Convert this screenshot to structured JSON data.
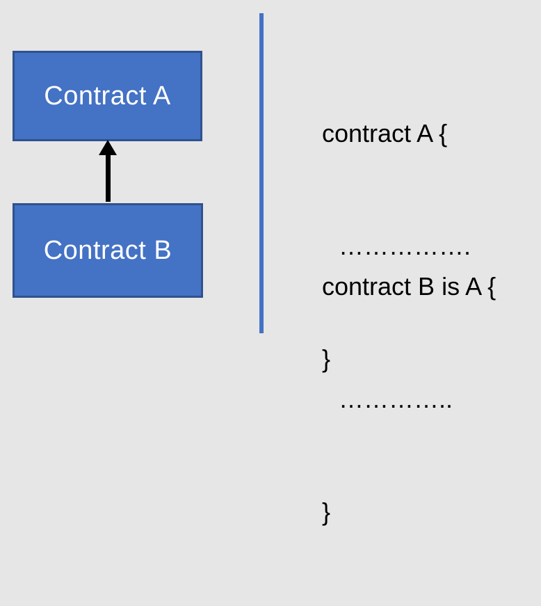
{
  "diagram": {
    "box_a": {
      "label": "Contract A"
    },
    "box_b": {
      "label": "Contract B"
    },
    "arrow": {
      "meaning": "B inherits from A"
    }
  },
  "code": {
    "block_a": {
      "line1": "contract A {",
      "line2": "…………….",
      "line3": "}"
    },
    "block_b": {
      "line1": "contract B is A {",
      "line2": "…………..",
      "line3": "}"
    }
  },
  "colors": {
    "background": "#E6E6E6",
    "box_fill": "#4472C4",
    "box_border": "#2F528F",
    "box_text": "#FFFFFF",
    "divider": "#4472C4",
    "code_text": "#000000",
    "arrow": "#000000"
  }
}
